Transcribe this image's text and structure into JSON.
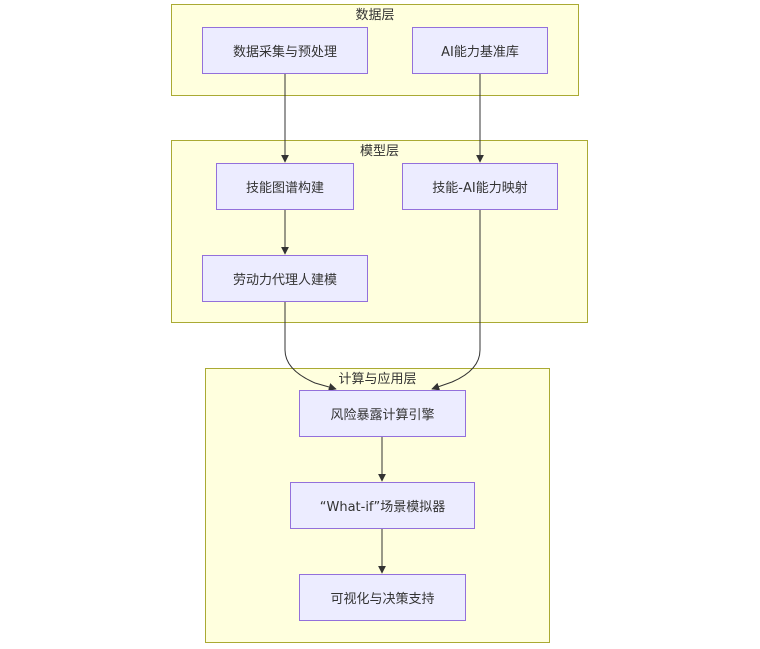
{
  "diagram": {
    "layers": {
      "data": {
        "title": "数据层"
      },
      "model": {
        "title": "模型层"
      },
      "compute": {
        "title": "计算与应用层"
      }
    },
    "nodes": {
      "collect": "数据采集与预处理",
      "ai_base": "AI能力基准库",
      "skill_graph": "技能图谱构建",
      "skill_ai_map": "技能-AI能力映射",
      "labor_agent": "劳动力代理人建模",
      "risk_engine": "风险暴露计算引擎",
      "whatif": "“What-if”场景模拟器",
      "viz": "可视化与决策支持"
    },
    "edges": [
      {
        "from": "collect",
        "to": "skill_graph"
      },
      {
        "from": "ai_base",
        "to": "skill_ai_map"
      },
      {
        "from": "skill_graph",
        "to": "labor_agent"
      },
      {
        "from": "labor_agent",
        "to": "risk_engine"
      },
      {
        "from": "skill_ai_map",
        "to": "risk_engine"
      },
      {
        "from": "risk_engine",
        "to": "whatif"
      },
      {
        "from": "whatif",
        "to": "viz"
      }
    ],
    "colors": {
      "layer_fill": "#ffffde",
      "layer_border": "#aaaa33",
      "node_fill": "#ececff",
      "node_border": "#9370db",
      "edge": "#333333"
    }
  }
}
